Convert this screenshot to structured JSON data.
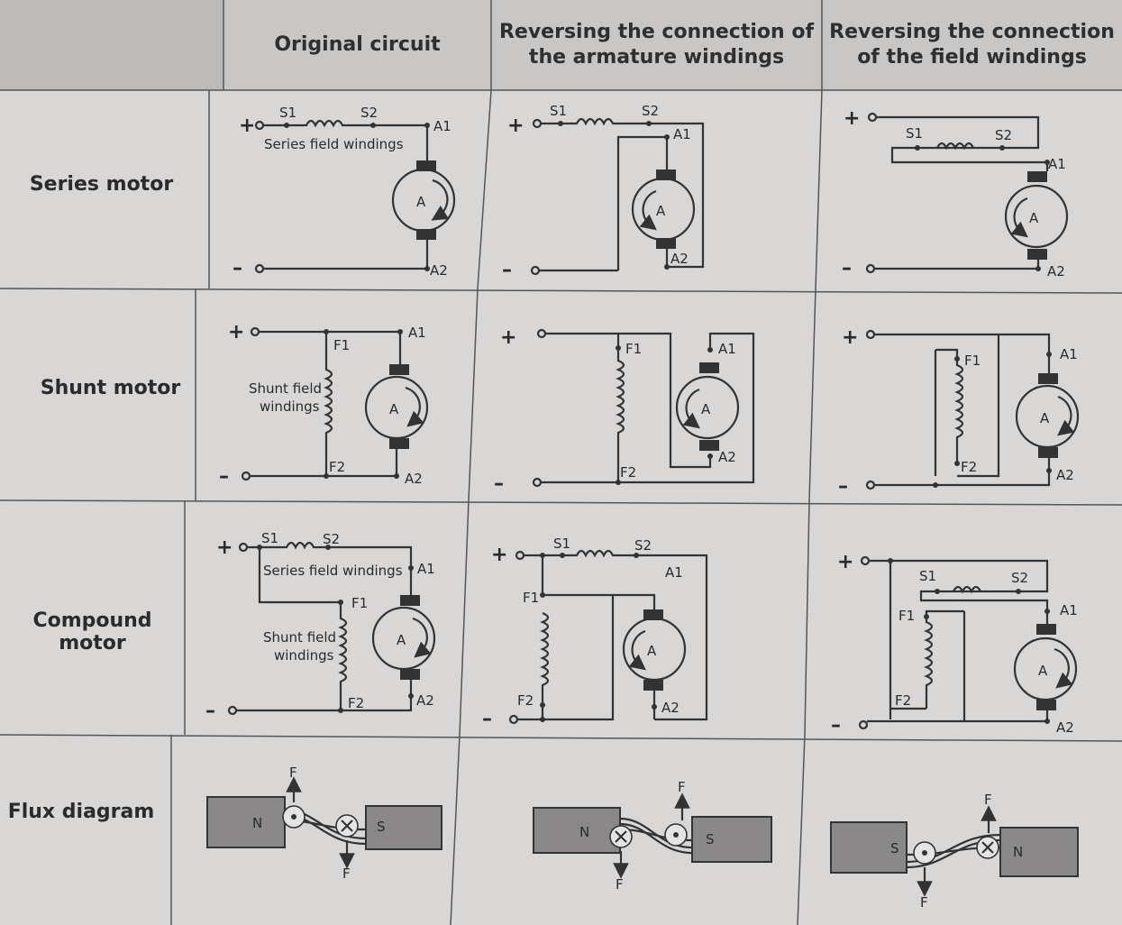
{
  "headers": {
    "col1": "Original circuit",
    "col2_line1": "Reversing the connection of",
    "col2_line2": "the armature windings",
    "col3_line1": "Reversing the connection",
    "col3_line2": "of the field windings"
  },
  "rows": {
    "series": "Series motor",
    "shunt": "Shunt motor",
    "compound": "Compound motor",
    "flux": "Flux diagram"
  },
  "terminals": {
    "S1": "S1",
    "S2": "S2",
    "A1": "A1",
    "A2": "A2",
    "F1": "F1",
    "F2": "F2",
    "plus": "+",
    "minus": "–",
    "armature": "A"
  },
  "winding_labels": {
    "series_field": "Series field windings",
    "shunt_field_line1": "Shunt field",
    "shunt_field_line2": "windings"
  },
  "flux": {
    "north": "N",
    "south": "S",
    "force": "F"
  },
  "colors": {
    "header_bg": "#c9c6c6",
    "page_bg": "#d9d6d6",
    "grid_line": "#555555",
    "pole_fill": "#8a8888"
  }
}
